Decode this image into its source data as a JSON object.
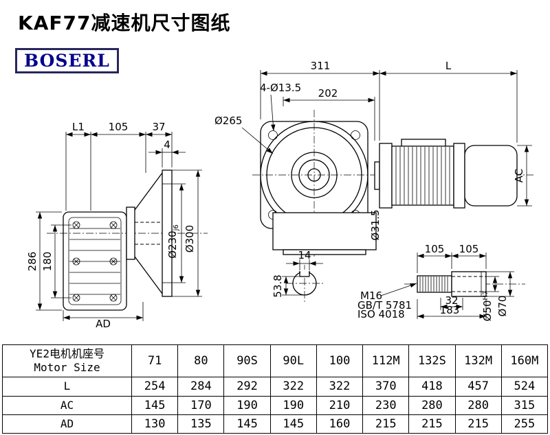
{
  "page": {
    "title": "KAF77减速机尺寸图纸",
    "logo": "BOSERL"
  },
  "colors": {
    "logo_text": "#00008B",
    "logo_border": "#26265e",
    "drawing_line": "#000000"
  },
  "drawing": {
    "front_view": {
      "d311": "311",
      "dL": "L",
      "d202": "202",
      "bolt_holes": "4-Ø13.5",
      "d265": "Ø265",
      "dAC": "AC",
      "d31_5": "Ø31.5"
    },
    "side_view": {
      "dL1": "L1",
      "d105": "105",
      "d37": "37",
      "d4": "4",
      "d286": "286",
      "d180": "180",
      "dAD": "AD",
      "d230": "Ø230",
      "d230_suffix": "j6",
      "d300": "Ø300"
    },
    "section_view": {
      "d14": "14",
      "d53_8": "53.8"
    },
    "shaft_view": {
      "d105a": "105",
      "d105b": "105",
      "d32": "32",
      "d183": "183",
      "d50": "Ø50",
      "d50_suffix": "H7",
      "d70": "Ø70",
      "thread": "M16",
      "std1": "GB/T 5781",
      "std2": "ISO 4018"
    }
  },
  "table": {
    "header_cn": "YE2电机机座号",
    "header_en": "Motor Size",
    "columns": [
      "71",
      "80",
      "90S",
      "90L",
      "100",
      "112M",
      "132S",
      "132M",
      "160M"
    ],
    "rows": [
      {
        "label": "L",
        "values": [
          "254",
          "284",
          "292",
          "322",
          "322",
          "370",
          "418",
          "457",
          "524"
        ]
      },
      {
        "label": "AC",
        "values": [
          "145",
          "170",
          "190",
          "190",
          "210",
          "230",
          "280",
          "280",
          "315"
        ]
      },
      {
        "label": "AD",
        "values": [
          "130",
          "135",
          "145",
          "145",
          "160",
          "215",
          "215",
          "215",
          "255"
        ]
      }
    ]
  }
}
